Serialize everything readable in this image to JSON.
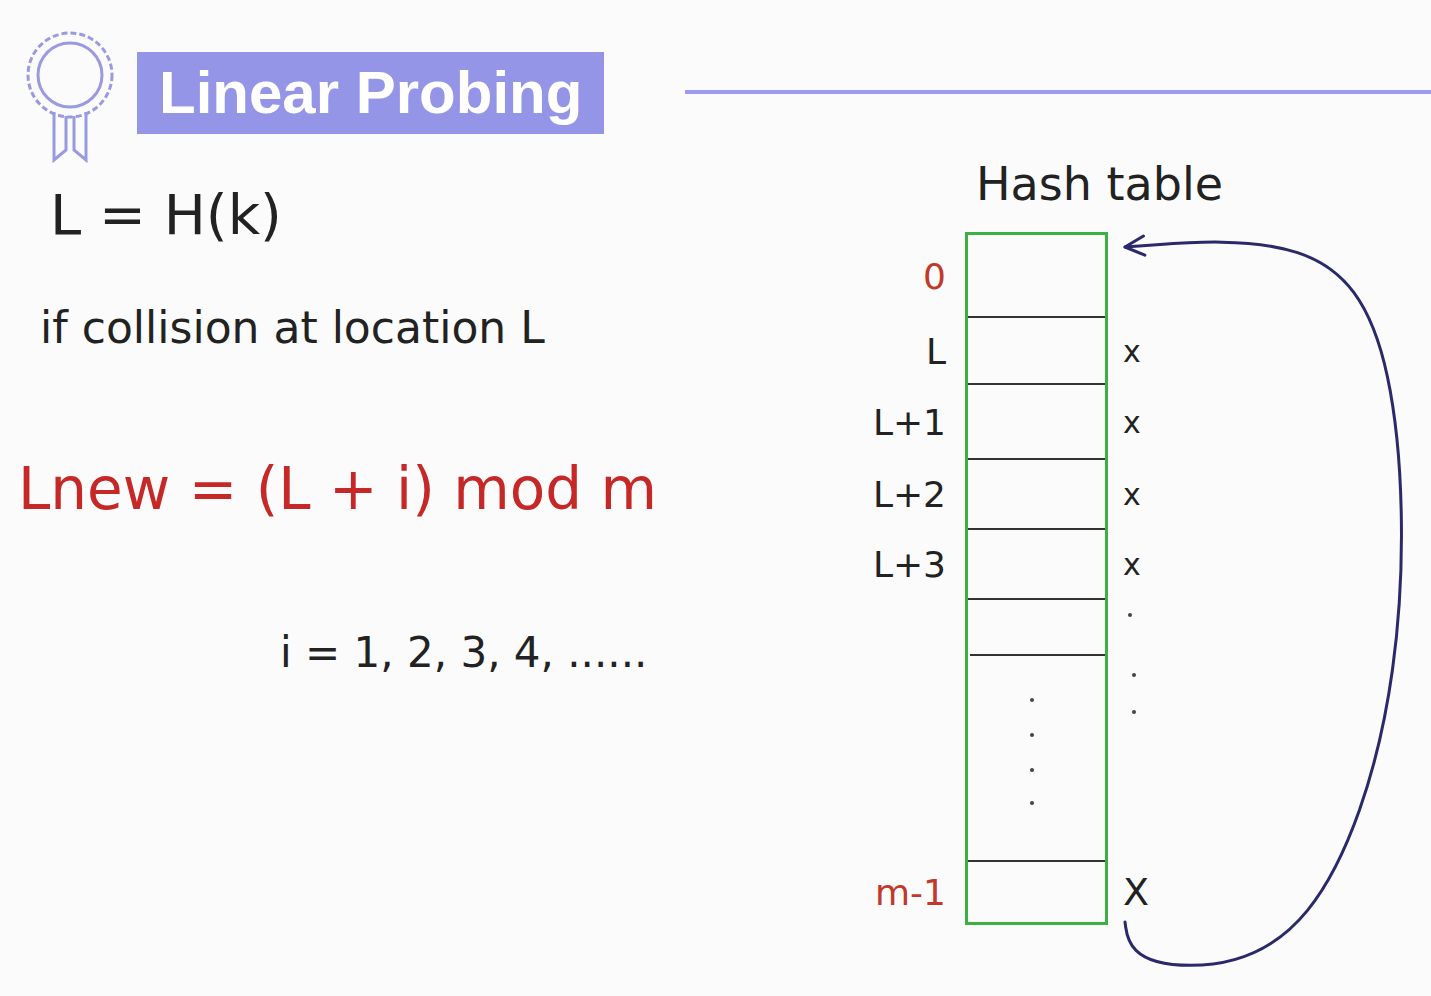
{
  "diagram": {
    "title": "Linear Probing",
    "nodes": [
      {
        "text": [
          "Hash table"
        ]
      },
      {
        "text": [
          "0"
        ],
        "in": 0
      },
      {
        "text": [
          "L",
          "x"
        ],
        "in": 0
      },
      {
        "text": [
          "L+1",
          "x"
        ],
        "in": 0
      },
      {
        "text": [
          "L+2",
          "x"
        ],
        "in": 0
      },
      {
        "text": [
          "L+3",
          "x"
        ],
        "in": 0
      },
      {
        "text": [
          "m-1",
          "X"
        ],
        "in": 0
      }
    ],
    "edges": [
      {
        "from": 6,
        "to": 1,
        "arrow": "to"
      }
    ],
    "labels": [
      "L = H(k)",
      "if collision at location L",
      "Lnew = (L + i) mod m",
      "i = 1, 2, 3, 4, ......"
    ]
  }
}
